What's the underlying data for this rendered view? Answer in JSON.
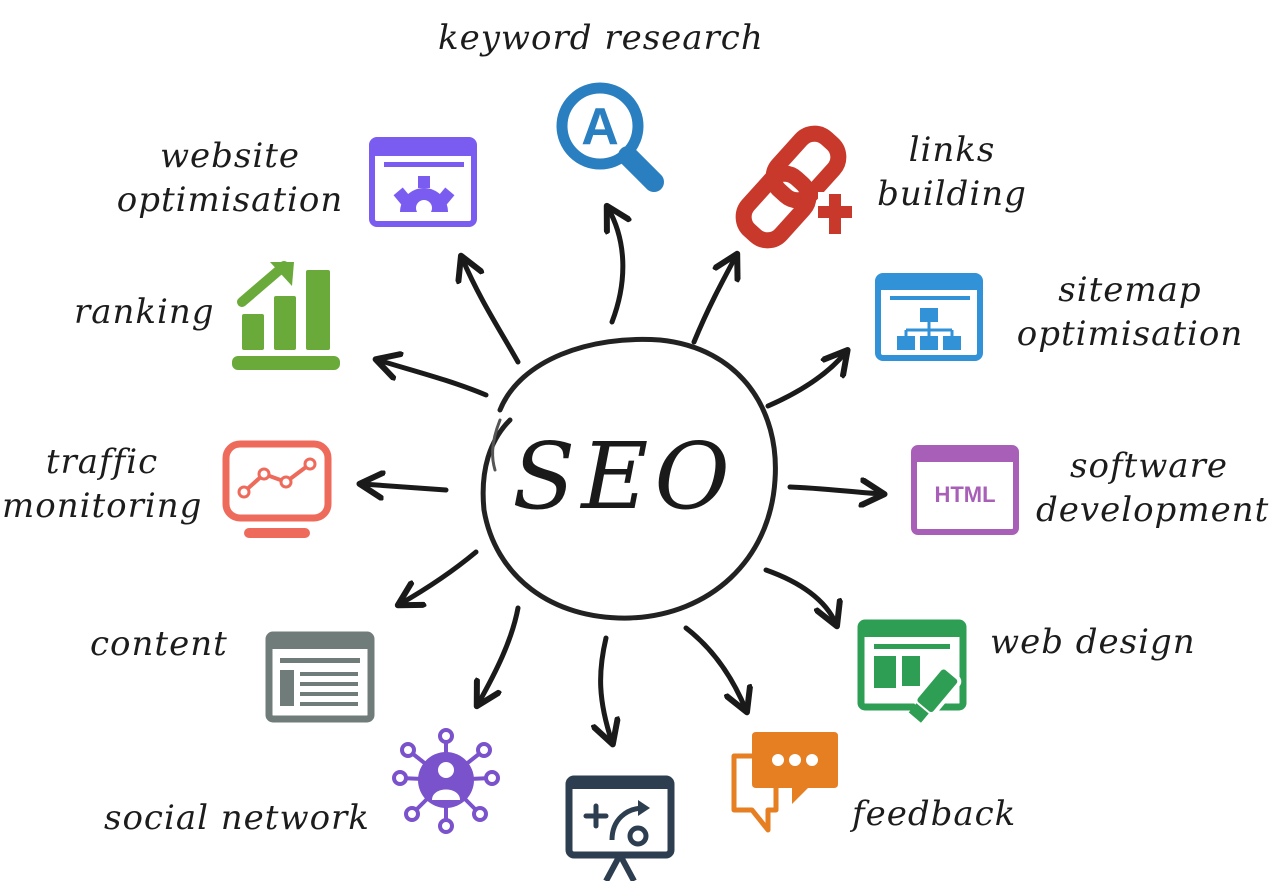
{
  "center": {
    "label": "SEO"
  },
  "labels": {
    "keyword_research": "keyword research",
    "website_optimisation": [
      "website",
      "optimisation"
    ],
    "links_building": [
      "links",
      "building"
    ],
    "ranking": "ranking",
    "sitemap_optimisation": [
      "sitemap",
      "optimisation"
    ],
    "traffic_monitoring": [
      "traffic",
      "monitoring"
    ],
    "software_development": [
      "software",
      "development"
    ],
    "content": "content",
    "web_design": "web design",
    "social_network": "social network",
    "feedback": "feedback"
  },
  "icons": {
    "keyword_research": {
      "name": "magnifier-letter-a-icon",
      "glyph": "A",
      "color": "#2a7fc0"
    },
    "website_optimisation": {
      "name": "browser-gear-icon",
      "color": "#7b5cf0"
    },
    "links_building": {
      "name": "chain-link-plus-icon",
      "color": "#c8392b"
    },
    "ranking": {
      "name": "bar-chart-up-icon",
      "color": "#6aaa3a"
    },
    "sitemap_optimisation": {
      "name": "browser-sitemap-icon",
      "color": "#3292d8"
    },
    "traffic_monitoring": {
      "name": "monitor-line-chart-icon",
      "color": "#ee6a5b"
    },
    "software_development": {
      "name": "browser-html-icon",
      "glyph": "HTML",
      "color": "#a85fb7"
    },
    "content": {
      "name": "browser-document-icon",
      "color": "#6f7c79"
    },
    "web_design": {
      "name": "browser-paintbrush-icon",
      "color": "#2f9e55"
    },
    "social_network": {
      "name": "social-network-person-icon",
      "color": "#7a52cc"
    },
    "strategy": {
      "name": "whiteboard-strategy-icon",
      "color": "#2c3e50"
    },
    "feedback": {
      "name": "speech-bubbles-icon",
      "color": "#e67e22"
    }
  }
}
